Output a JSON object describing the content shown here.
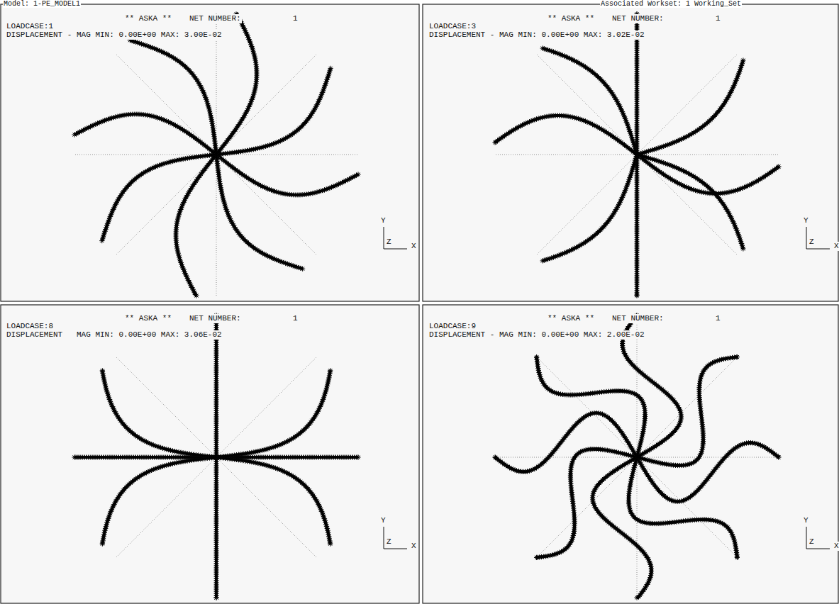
{
  "diagram": {
    "labels": [
      "Model: 1-PE_MODEL1",
      "Associated Workset: 1 Working_Set",
      "** ASKA **",
      "NET NUMBER:",
      "1",
      "LOADCASE:1",
      "DISPLACEMENT - MAG MIN: 0.00E+00 MAX: 3.00E-02",
      "Y",
      "Z",
      "X",
      "** ASKA **",
      "NET NUMBER:",
      "1",
      "LOADCASE:3",
      "DISPLACEMENT - MAG MIN: 0.00E+00 MAX: 3.02E-02",
      "Y",
      "Z",
      "X",
      "** ASKA **",
      "NET NUMBER:",
      "1",
      "LOADCASE:8",
      "DISPLACEMENT   MAG MIN: 0.00E+00 MAX: 3.06E-02",
      "Y",
      "Z",
      "X",
      "** ASKA **",
      "NET NUMBER:",
      "1",
      "LOADCASE:9",
      "DISPLACEMENT - MAG MIN: 0.00E+00 MAX: 2.00E-02",
      "Y",
      "Z",
      "X"
    ]
  }
}
